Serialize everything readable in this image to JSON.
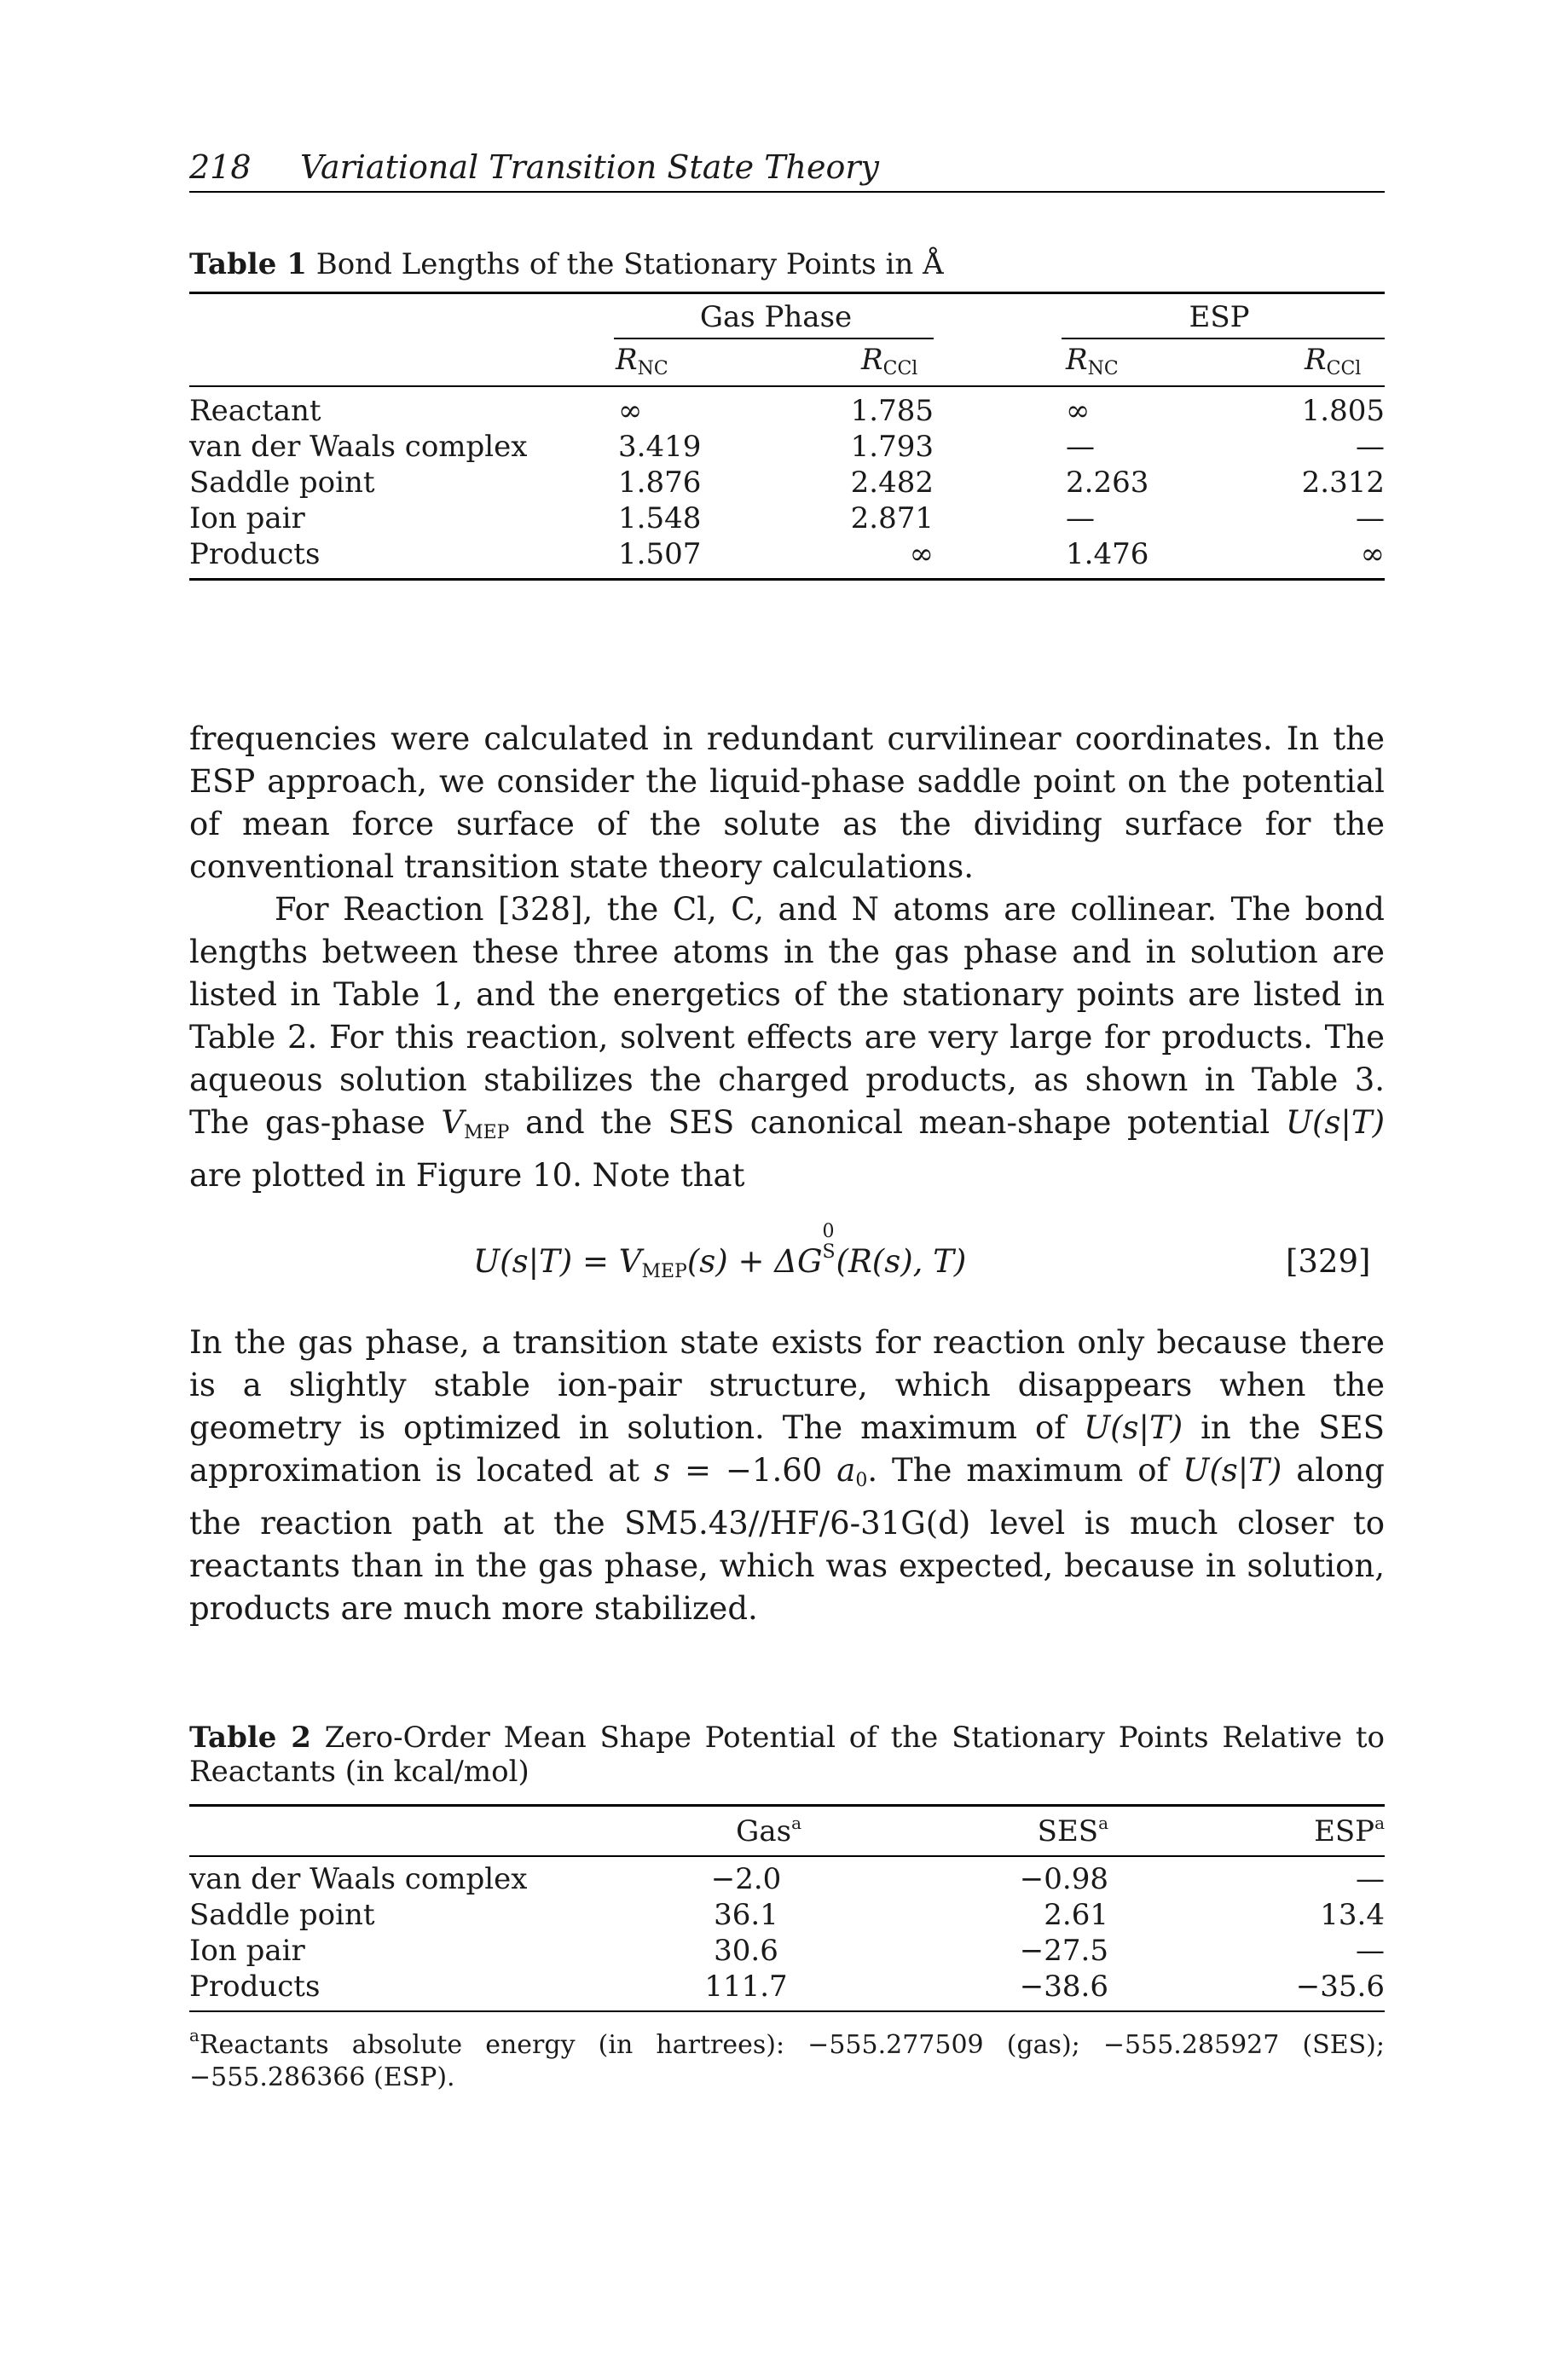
{
  "header": {
    "page_number": "218",
    "running_title": "Variational Transition State Theory"
  },
  "table1": {
    "label": "Table 1",
    "caption": "Bond Lengths of the Stationary Points in Å",
    "group_headers": [
      "Gas Phase",
      "ESP"
    ],
    "col_headers": [
      "R",
      "NC",
      "R",
      "CCl",
      "R",
      "NC",
      "R",
      "CCl"
    ],
    "rows": [
      {
        "label": "Reactant",
        "cells": [
          "∞",
          "1.785",
          "∞",
          "1.805"
        ]
      },
      {
        "label": "van der Waals complex",
        "cells": [
          "3.419",
          "1.793",
          "—",
          "—"
        ]
      },
      {
        "label": "Saddle point",
        "cells": [
          "1.876",
          "2.482",
          "2.263",
          "2.312"
        ]
      },
      {
        "label": "Ion pair",
        "cells": [
          "1.548",
          "2.871",
          "—",
          "—"
        ]
      },
      {
        "label": "Products",
        "cells": [
          "1.507",
          "∞",
          "1.476",
          "∞"
        ]
      }
    ]
  },
  "para1": "frequencies were calculated in redundant curvilinear coordinates. In the ESP approach, we consider the liquid-phase saddle point on the potential of mean force surface of the solute as the dividing surface for the conventional transition state theory calculations.",
  "para2": {
    "a": "For Reaction [328], the Cl, C, and N atoms are collinear. The bond lengths between these three atoms in the gas phase and in solution are listed in Table 1, and the energetics of the stationary points are listed in Table 2. For this reaction, solvent effects are very large for products. The aqueous solution stabilizes the charged products, as shown in Table 3. The gas-phase ",
    "v": "V",
    "mep": "MEP",
    "b": " and the SES canonical mean-shape potential ",
    "u": "U(s|T)",
    "c": " are plotted in Figure 10. Note that"
  },
  "equation": {
    "lhs": "U(s|T) = ",
    "v": "V",
    "mep": "MEP",
    "arg": "(s) + ΔG",
    "sup": "0",
    "sub": "S",
    "rest": "(R(s), T)",
    "number": "[329]"
  },
  "para3": {
    "a": "In the gas phase, a transition state exists for reaction only because there is a slightly stable ion-pair structure, which disappears when the geometry is optimized in solution. The maximum of ",
    "u1": "U(s|T)",
    "b": " in the SES approximation is located at ",
    "s": "s",
    "c": " = −1.60 ",
    "a0": "a",
    "a0sub": "0",
    "d": ". The maximum of ",
    "u2": "U(s|T)",
    "e": " along the reaction path at the SM5.43//HF/6-31G(d) level is much closer to reactants than in the gas phase, which was expected, because in solution, products are much more stabilized."
  },
  "table2": {
    "label": "Table 2",
    "caption": "Zero-Order Mean Shape Potential of the Stationary Points Relative to Reactants (in kcal/mol)",
    "col_headers": [
      "Gas",
      "SES",
      "ESP"
    ],
    "col_sup": "a",
    "rows": [
      {
        "label": "van der Waals complex",
        "cells": [
          "−2.0",
          "−0.98",
          "—"
        ]
      },
      {
        "label": "Saddle point",
        "cells": [
          "36.1",
          "2.61",
          "13.4"
        ]
      },
      {
        "label": "Ion pair",
        "cells": [
          "30.6",
          "−27.5",
          "—"
        ]
      },
      {
        "label": "Products",
        "cells": [
          "111.7",
          "−38.6",
          "−35.6"
        ]
      }
    ],
    "footnote_mark": "a",
    "footnote": "Reactants absolute energy (in hartrees): −555.277509 (gas); −555.285927 (SES); −555.286366 (ESP)."
  }
}
